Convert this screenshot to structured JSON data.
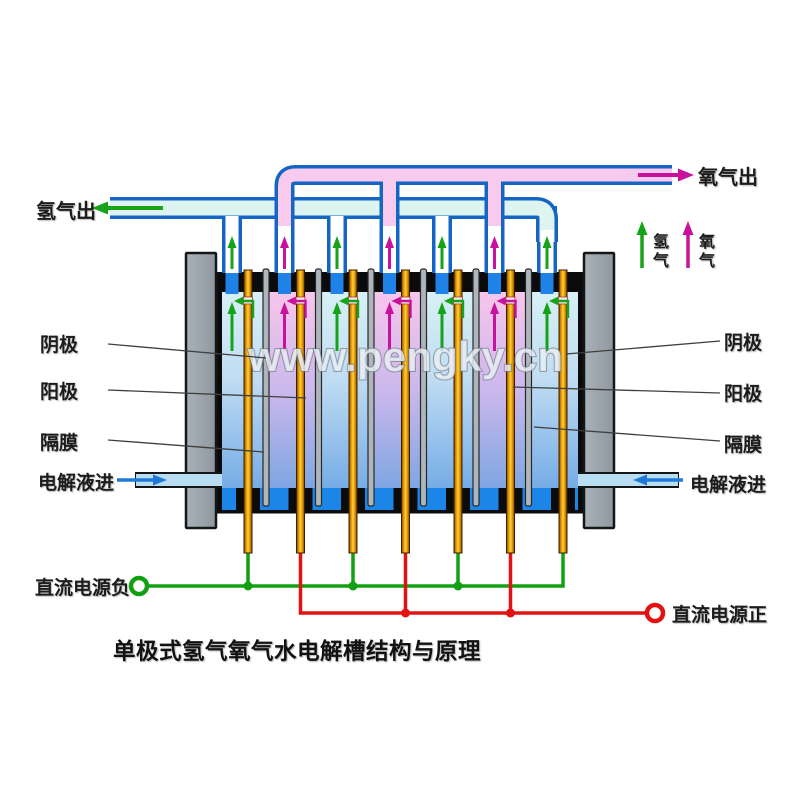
{
  "title": "单极式氢气氧气水电解槽结构与原理",
  "watermark": "www.pengky.cn",
  "pipes": {
    "hydrogen_out": "氢气出",
    "oxygen_out": "氧气出"
  },
  "left_labels": {
    "cathode": "阴极",
    "anode": "阳极",
    "diaphragm": "隔膜",
    "electrolyte_in": "电解液进",
    "dc_negative": "直流电源负"
  },
  "right_labels": {
    "cathode": "阴极",
    "anode": "阳极",
    "diaphragm": "隔膜",
    "electrolyte_in": "电解液进",
    "dc_positive": "直流电源正"
  },
  "legend": {
    "hydrogen": {
      "char1": "氢",
      "char2": "气"
    },
    "oxygen": {
      "char1": "氧",
      "char2": "气"
    }
  },
  "structure": {
    "chambers": 7,
    "electrodes": 7,
    "cathodes": 4,
    "anodes": 3,
    "diaphragms": 6
  },
  "colors": {
    "hydrogen_green": "#17A317",
    "oxygen_magenta": "#C8129E",
    "pipe_outline_blue": "#1565C4",
    "hydrogen_pipe_fill": "#DEF4F1",
    "oxygen_pipe_fill": "#F8CAEE",
    "electrolyte_blue": "#1C86E8",
    "electrode_gold": "#F0A800",
    "diaphragm_gray": "#AEB6BC",
    "negative_wire_green": "#12A012",
    "positive_wire_red": "#E21212"
  }
}
